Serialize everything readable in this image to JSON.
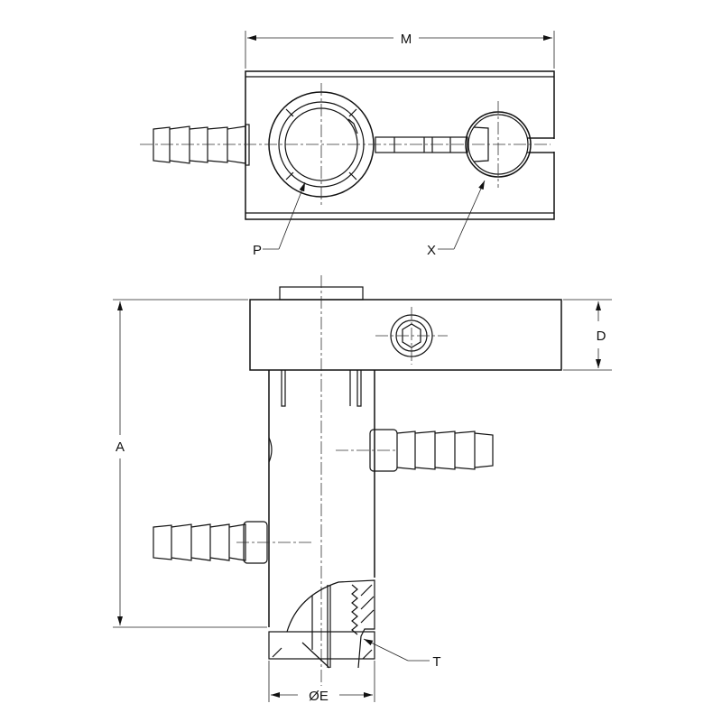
{
  "drawing": {
    "labels": {
      "M": "M",
      "P": "P",
      "X": "X",
      "D": "D",
      "A": "A",
      "E": "ØE",
      "T": "T"
    },
    "line_color": "#111111",
    "background": "#ffffff"
  }
}
